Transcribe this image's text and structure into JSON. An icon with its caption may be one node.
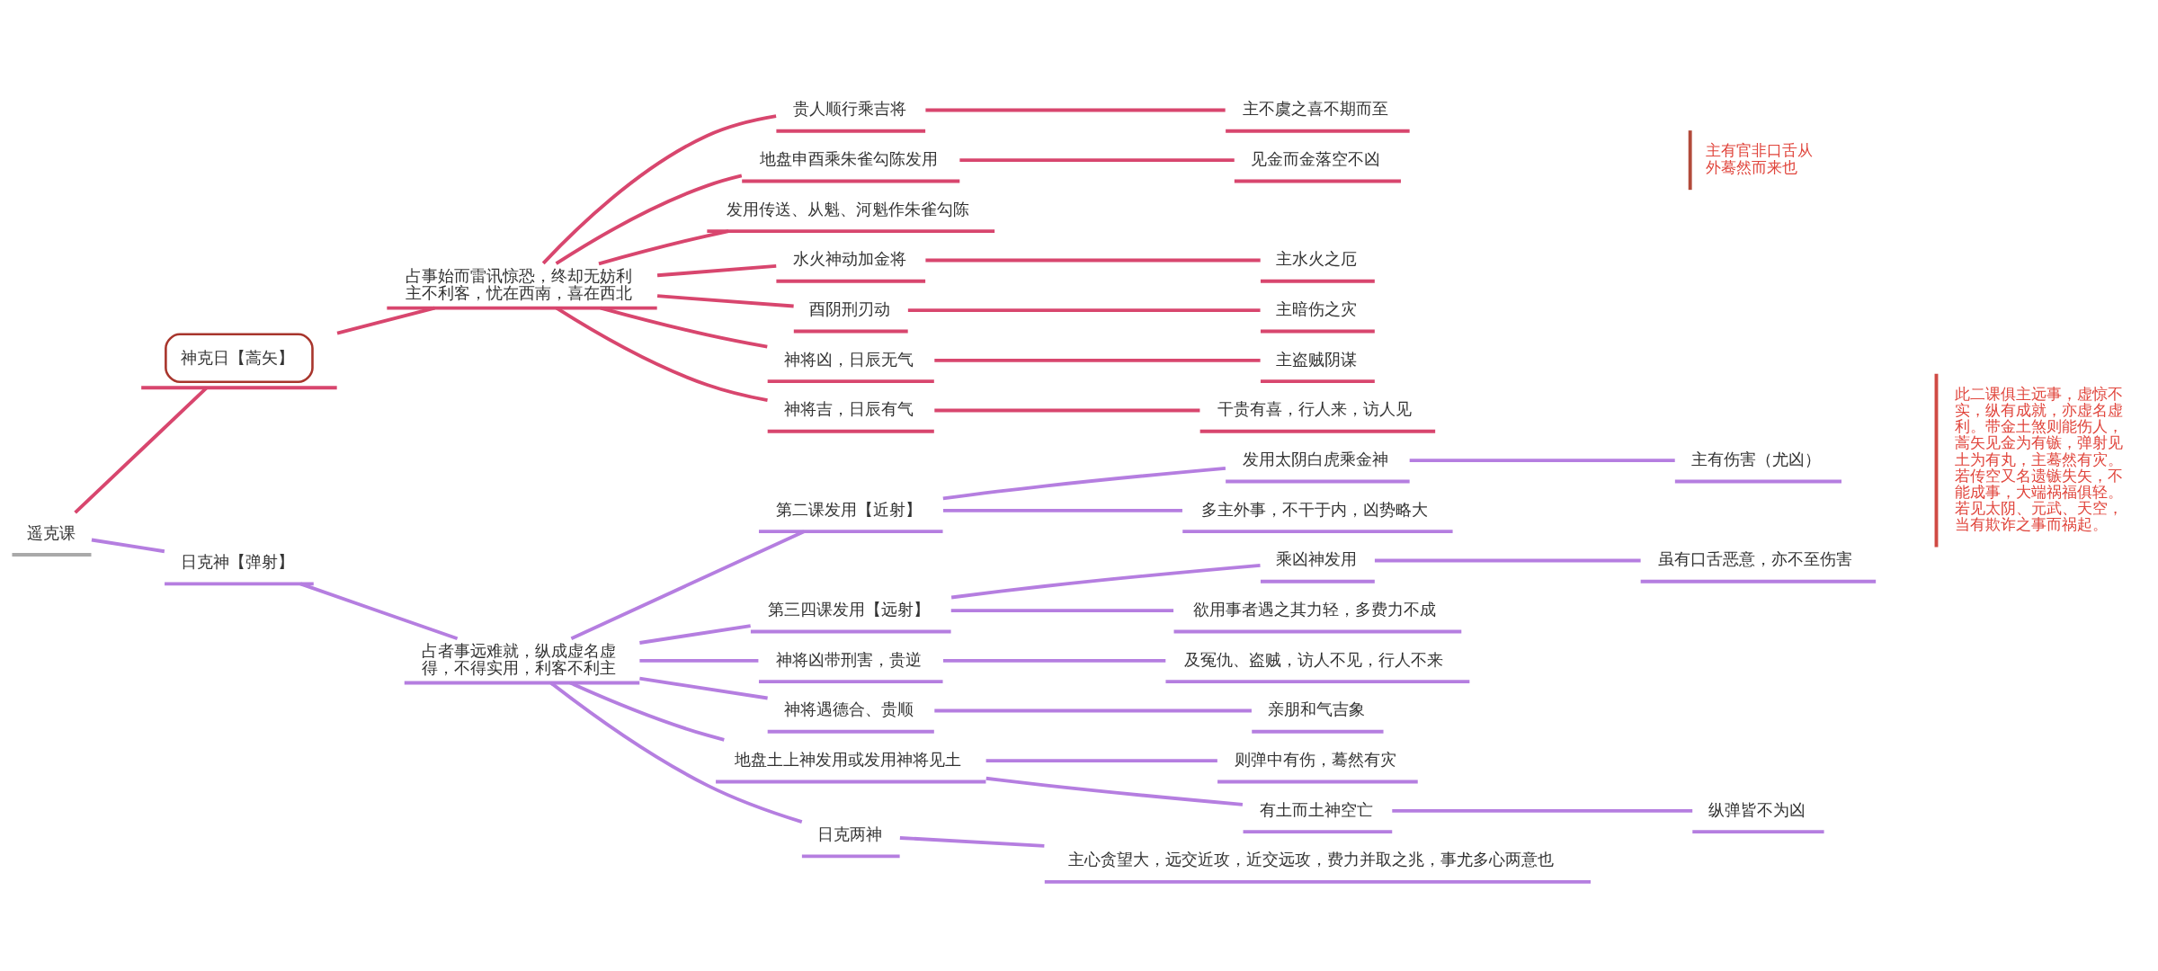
{
  "diagram": {
    "nodes": [
      {
        "text": [
          "遥克课"
        ]
      },
      {
        "text": [
          "神克日【蒿矢】"
        ]
      },
      {
        "text": [
          "占事始而雷讯惊恐，终却无妨利主不利客，忧在西南，喜在西北"
        ]
      },
      {
        "text": [
          "贵人顺行乘吉将"
        ]
      },
      {
        "text": [
          "主不虞之喜不期而至"
        ]
      },
      {
        "text": [
          "地盘申酉乘朱雀勾陈发用"
        ]
      },
      {
        "text": [
          "见金而金落空不凶"
        ]
      },
      {
        "text": [
          "发用传送、从魁、河魁作朱雀勾陈"
        ]
      },
      {
        "text": [
          "水火神动加金将"
        ]
      },
      {
        "text": [
          "主水火之厄"
        ]
      },
      {
        "text": [
          "酉阴刑刃动"
        ]
      },
      {
        "text": [
          "主暗伤之灾"
        ]
      },
      {
        "text": [
          "神将凶，日辰无气"
        ]
      },
      {
        "text": [
          "主盗贼阴谋"
        ]
      },
      {
        "text": [
          "神将吉，日辰有气"
        ]
      },
      {
        "text": [
          "干贵有喜，行人来，访人见"
        ]
      },
      {
        "text": [
          "日克神【弹射】"
        ]
      },
      {
        "text": [
          "占者事远难就，纵成虚名虚得，不得实用，利客不利主"
        ]
      },
      {
        "text": [
          "第二课发用【近射】"
        ]
      },
      {
        "text": [
          "发用太阴白虎乘金神"
        ]
      },
      {
        "text": [
          "主有伤害（尤凶）"
        ]
      },
      {
        "text": [
          "多主外事，不干于内，凶势略大"
        ]
      },
      {
        "text": [
          "第三四课发用【远射】"
        ]
      },
      {
        "text": [
          "乘凶神发用"
        ]
      },
      {
        "text": [
          "虽有口舌恶意，亦不至伤害"
        ]
      },
      {
        "text": [
          "欲用事者遇之其力轻，多费力不成"
        ]
      },
      {
        "text": [
          "神将凶带刑害，贵逆"
        ]
      },
      {
        "text": [
          "及冤仇、盗贼，访人不见，行人不来"
        ]
      },
      {
        "text": [
          "神将遇德合、贵顺"
        ]
      },
      {
        "text": [
          "亲朋和气吉象"
        ]
      },
      {
        "text": [
          "地盘土上神发用或发用神将见土"
        ]
      },
      {
        "text": [
          "则弹中有伤，蓦然有灾"
        ]
      },
      {
        "text": [
          "有土而土神空亡"
        ]
      },
      {
        "text": [
          "纵弹皆不为凶"
        ]
      },
      {
        "text": [
          "日克两神"
        ]
      },
      {
        "text": [
          "主心贪望大，远交近攻，近交远攻，费力并取之兆，事尤多心两意也"
        ]
      }
    ],
    "edges": [
      {
        "from": 0,
        "to": 1,
        "arrow": "none",
        "color": "#d8466e"
      },
      {
        "from": 1,
        "to": 2,
        "arrow": "none",
        "color": "#d8466e"
      },
      {
        "from": 2,
        "to": 3,
        "arrow": "none",
        "color": "#d8466e"
      },
      {
        "from": 3,
        "to": 4,
        "arrow": "none",
        "color": "#d8466e"
      },
      {
        "from": 2,
        "to": 5,
        "arrow": "none",
        "color": "#d8466e"
      },
      {
        "from": 5,
        "to": 6,
        "arrow": "none",
        "color": "#d8466e"
      },
      {
        "from": 2,
        "to": 7,
        "arrow": "none",
        "color": "#d8466e"
      },
      {
        "from": 2,
        "to": 8,
        "arrow": "none",
        "color": "#d8466e"
      },
      {
        "from": 8,
        "to": 9,
        "arrow": "none",
        "color": "#d8466e"
      },
      {
        "from": 2,
        "to": 10,
        "arrow": "none",
        "color": "#d8466e"
      },
      {
        "from": 10,
        "to": 11,
        "arrow": "none",
        "color": "#d8466e"
      },
      {
        "from": 2,
        "to": 12,
        "arrow": "none",
        "color": "#d8466e"
      },
      {
        "from": 12,
        "to": 13,
        "arrow": "none",
        "color": "#d8466e"
      },
      {
        "from": 2,
        "to": 14,
        "arrow": "none",
        "color": "#d8466e"
      },
      {
        "from": 14,
        "to": 15,
        "arrow": "none",
        "color": "#d8466e"
      },
      {
        "from": 0,
        "to": 16,
        "arrow": "none"
      },
      {
        "from": 16,
        "to": 17,
        "arrow": "none"
      },
      {
        "from": 17,
        "to": 18,
        "arrow": "none"
      },
      {
        "from": 18,
        "to": 19,
        "arrow": "none"
      },
      {
        "from": 19,
        "to": 20,
        "arrow": "none"
      },
      {
        "from": 18,
        "to": 21,
        "arrow": "none"
      },
      {
        "from": 17,
        "to": 22,
        "arrow": "none"
      },
      {
        "from": 22,
        "to": 23,
        "arrow": "none"
      },
      {
        "from": 23,
        "to": 24,
        "arrow": "none"
      },
      {
        "from": 22,
        "to": 25,
        "arrow": "none"
      },
      {
        "from": 17,
        "to": 26,
        "arrow": "none"
      },
      {
        "from": 26,
        "to": 27,
        "arrow": "none"
      },
      {
        "from": 17,
        "to": 28,
        "arrow": "none"
      },
      {
        "from": 28,
        "to": 29,
        "arrow": "none"
      },
      {
        "from": 17,
        "to": 30,
        "arrow": "none"
      },
      {
        "from": 30,
        "to": 31,
        "arrow": "none"
      },
      {
        "from": 30,
        "to": 32,
        "arrow": "none"
      },
      {
        "from": 32,
        "to": 33,
        "arrow": "none"
      },
      {
        "from": 17,
        "to": 34,
        "arrow": "none"
      },
      {
        "from": 34,
        "to": 35,
        "arrow": "none"
      }
    ],
    "labels": [
      "主有官非口舌从外蓦然而来也",
      "此二课俱主远事，虚惊不实，纵有成就，亦虚名虚利。带金土煞则能伤人，蒿矢见金为有镞，弹射见土为有丸，主蓦然有灾。若传空又名遗镞失矢，不能成事，大端祸福俱轻。若见太阴、元武、天空，当有欺诈之事而祸起。"
    ]
  }
}
